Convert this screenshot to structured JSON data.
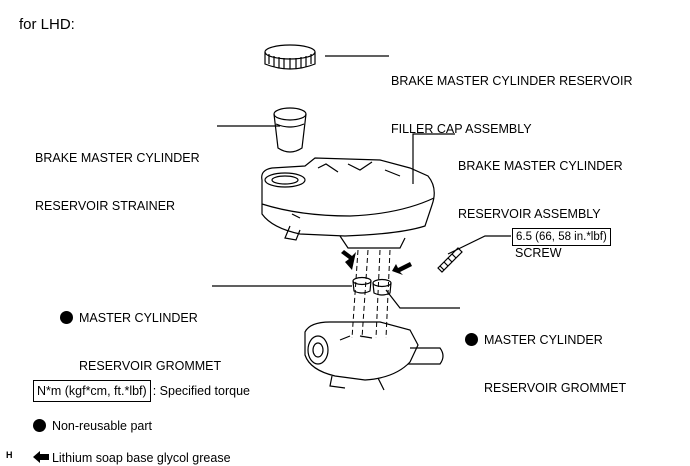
{
  "header": {
    "title": "for LHD:"
  },
  "parts": {
    "filler_cap": {
      "line1": "BRAKE MASTER CYLINDER RESERVOIR",
      "line2": "FILLER CAP ASSEMBLY"
    },
    "strainer": {
      "line1": "BRAKE MASTER CYLINDER",
      "line2": "RESERVOIR STRAINER"
    },
    "reservoir": {
      "line1": "BRAKE MASTER CYLINDER",
      "line2": "RESERVOIR ASSEMBLY"
    },
    "grommet_left": {
      "line1": "MASTER CYLINDER",
      "line2": "RESERVOIR GROMMET"
    },
    "grommet_right": {
      "line1": "MASTER CYLINDER",
      "line2": "RESERVOIR GROMMET"
    },
    "screw": {
      "torque": "6.5 (66, 58 in.*lbf)",
      "label": "SCREW"
    }
  },
  "legend": {
    "torque_units": "N*m (kgf*cm, ft.*lbf)",
    "torque_text": ": Specified torque",
    "non_reusable": "Non-reusable part",
    "grease": "Lithium soap base glycol grease"
  },
  "image_code": "H"
}
